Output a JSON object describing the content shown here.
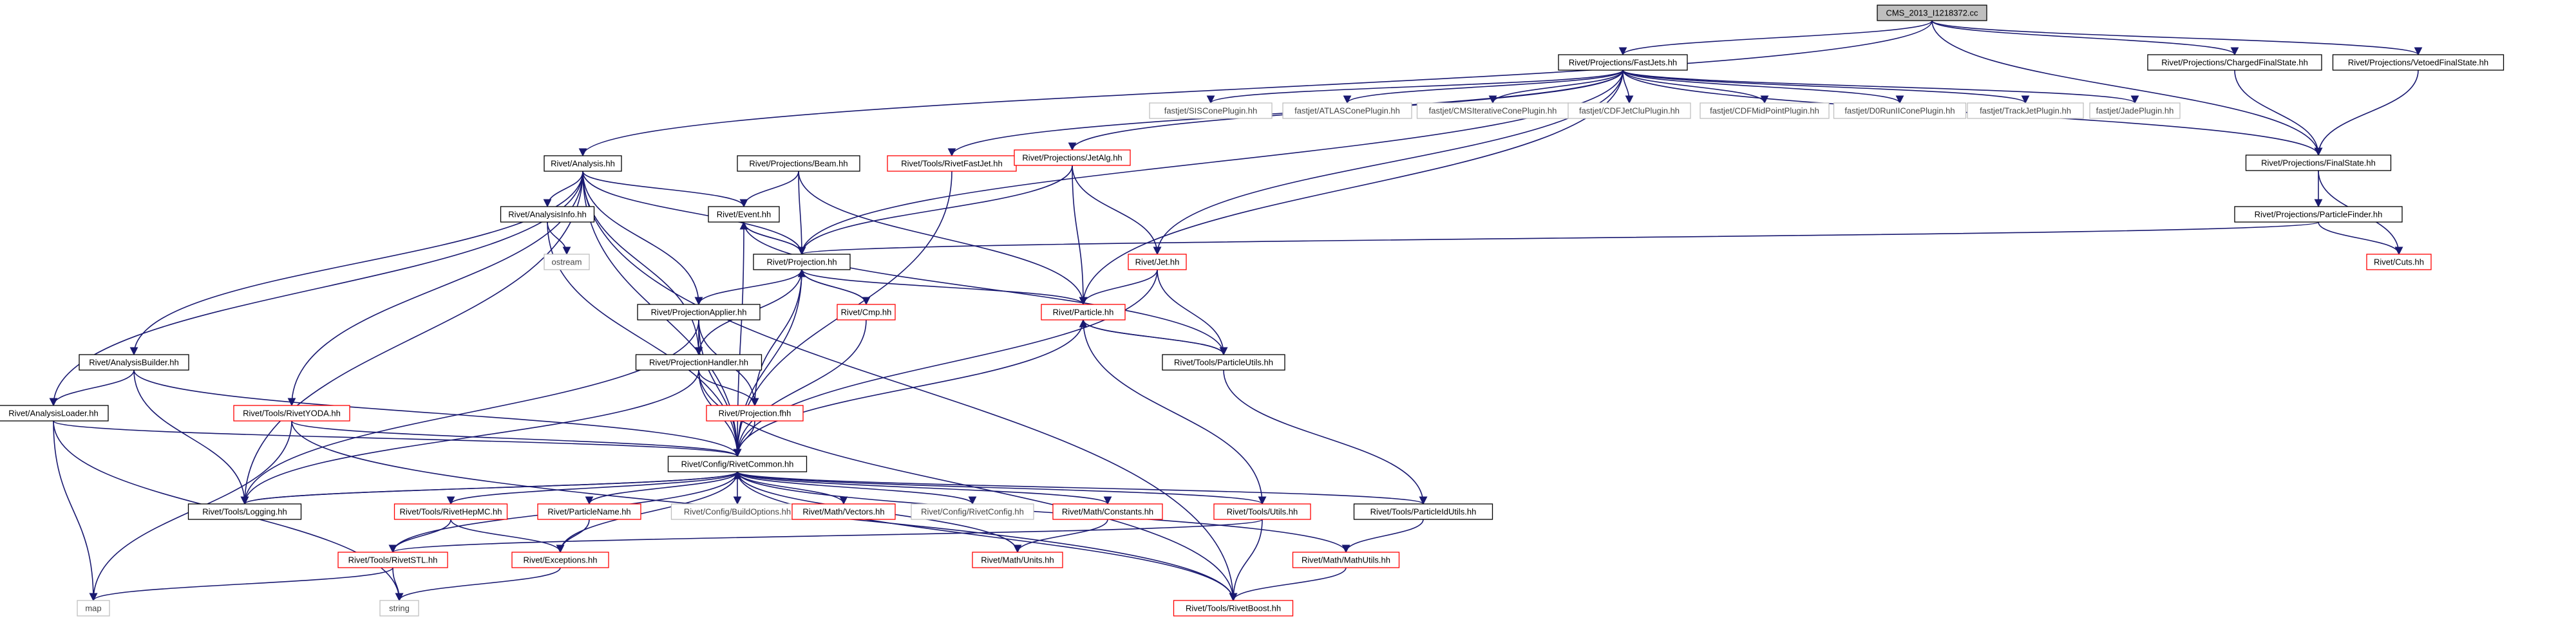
{
  "nodes": [
    {
      "id": "root",
      "label": "CMS_2013_I1218372.cc",
      "color": "#000000",
      "fill": "#bfbfbf"
    },
    {
      "id": "fastjets",
      "label": "Rivet/Projections/FastJets.hh",
      "color": "#000000",
      "fill": "#ffffff"
    },
    {
      "id": "chargedfs",
      "label": "Rivet/Projections/ChargedFinalState.hh",
      "color": "#000000",
      "fill": "#ffffff"
    },
    {
      "id": "vetoedfs",
      "label": "Rivet/Projections/VetoedFinalState.hh",
      "color": "#000000",
      "fill": "#ffffff"
    },
    {
      "id": "analysis",
      "label": "Rivet/Analysis.hh",
      "color": "#000000",
      "fill": "#ffffff"
    },
    {
      "id": "beam",
      "label": "Rivet/Projections/Beam.hh",
      "color": "#000000",
      "fill": "#ffffff"
    },
    {
      "id": "rivetfastjet",
      "label": "Rivet/Tools/RivetFastJet.hh",
      "color": "#ff0000",
      "fill": "#ffffff"
    },
    {
      "id": "jetalg",
      "label": "Rivet/Projections/JetAlg.hh",
      "color": "#ff0000",
      "fill": "#ffffff"
    },
    {
      "id": "siscone",
      "label": "fastjet/SISConePlugin.hh",
      "color": "#bfbfbf",
      "fill": "#ffffff"
    },
    {
      "id": "atlascone",
      "label": "fastjet/ATLASConePlugin.hh",
      "color": "#bfbfbf",
      "fill": "#ffffff"
    },
    {
      "id": "cmscone",
      "label": "fastjet/CMSIterativeConePlugin.hh",
      "color": "#bfbfbf",
      "fill": "#ffffff"
    },
    {
      "id": "cdfjetclu",
      "label": "fastjet/CDFJetCluPlugin.hh",
      "color": "#bfbfbf",
      "fill": "#ffffff"
    },
    {
      "id": "cdfmid",
      "label": "fastjet/CDFMidPointPlugin.hh",
      "color": "#bfbfbf",
      "fill": "#ffffff"
    },
    {
      "id": "d0run",
      "label": "fastjet/D0RunIIConePlugin.hh",
      "color": "#bfbfbf",
      "fill": "#ffffff"
    },
    {
      "id": "trackjet",
      "label": "fastjet/TrackJetPlugin.hh",
      "color": "#bfbfbf",
      "fill": "#ffffff"
    },
    {
      "id": "jade",
      "label": "fastjet/JadePlugin.hh",
      "color": "#bfbfbf",
      "fill": "#ffffff"
    },
    {
      "id": "finalstate",
      "label": "Rivet/Projections/FinalState.hh",
      "color": "#000000",
      "fill": "#ffffff"
    },
    {
      "id": "analysisinfo",
      "label": "Rivet/AnalysisInfo.hh",
      "color": "#000000",
      "fill": "#ffffff"
    },
    {
      "id": "event",
      "label": "Rivet/Event.hh",
      "color": "#000000",
      "fill": "#ffffff"
    },
    {
      "id": "particlefinder",
      "label": "Rivet/Projections/ParticleFinder.hh",
      "color": "#000000",
      "fill": "#ffffff"
    },
    {
      "id": "ostream",
      "label": "ostream",
      "color": "#bfbfbf",
      "fill": "#ffffff"
    },
    {
      "id": "projection",
      "label": "Rivet/Projection.hh",
      "color": "#000000",
      "fill": "#ffffff"
    },
    {
      "id": "jet",
      "label": "Rivet/Jet.hh",
      "color": "#ff0000",
      "fill": "#ffffff"
    },
    {
      "id": "cuts",
      "label": "Rivet/Cuts.hh",
      "color": "#ff0000",
      "fill": "#ffffff"
    },
    {
      "id": "projapplier",
      "label": "Rivet/ProjectionApplier.hh",
      "color": "#000000",
      "fill": "#ffffff"
    },
    {
      "id": "cmp",
      "label": "Rivet/Cmp.hh",
      "color": "#ff0000",
      "fill": "#ffffff"
    },
    {
      "id": "particle",
      "label": "Rivet/Particle.hh",
      "color": "#ff0000",
      "fill": "#ffffff"
    },
    {
      "id": "analysisbuilder",
      "label": "Rivet/AnalysisBuilder.hh",
      "color": "#000000",
      "fill": "#ffffff"
    },
    {
      "id": "projhandler",
      "label": "Rivet/ProjectionHandler.hh",
      "color": "#000000",
      "fill": "#ffffff"
    },
    {
      "id": "particleutils",
      "label": "Rivet/Tools/ParticleUtils.hh",
      "color": "#000000",
      "fill": "#ffffff"
    },
    {
      "id": "analysisloader",
      "label": "Rivet/AnalysisLoader.hh",
      "color": "#000000",
      "fill": "#ffffff"
    },
    {
      "id": "rivetyoda",
      "label": "Rivet/Tools/RivetYODA.hh",
      "color": "#ff0000",
      "fill": "#ffffff"
    },
    {
      "id": "projectionfhh",
      "label": "Rivet/Projection.fhh",
      "color": "#ff0000",
      "fill": "#ffffff"
    },
    {
      "id": "rivetcommon",
      "label": "Rivet/Config/RivetCommon.hh",
      "color": "#000000",
      "fill": "#ffffff"
    },
    {
      "id": "logging",
      "label": "Rivet/Tools/Logging.hh",
      "color": "#000000",
      "fill": "#ffffff"
    },
    {
      "id": "rivethepmc",
      "label": "Rivet/Tools/RivetHepMC.hh",
      "color": "#ff0000",
      "fill": "#ffffff"
    },
    {
      "id": "particlename",
      "label": "Rivet/ParticleName.hh",
      "color": "#ff0000",
      "fill": "#ffffff"
    },
    {
      "id": "buildoptions",
      "label": "Rivet/Config/BuildOptions.hh",
      "color": "#bfbfbf",
      "fill": "#ffffff"
    },
    {
      "id": "vectors",
      "label": "Rivet/Math/Vectors.hh",
      "color": "#ff0000",
      "fill": "#ffffff"
    },
    {
      "id": "rivetconfig",
      "label": "Rivet/Config/RivetConfig.hh",
      "color": "#bfbfbf",
      "fill": "#ffffff"
    },
    {
      "id": "constants",
      "label": "Rivet/Math/Constants.hh",
      "color": "#ff0000",
      "fill": "#ffffff"
    },
    {
      "id": "utils",
      "label": "Rivet/Tools/Utils.hh",
      "color": "#ff0000",
      "fill": "#ffffff"
    },
    {
      "id": "particleidutils",
      "label": "Rivet/Tools/ParticleIdUtils.hh",
      "color": "#000000",
      "fill": "#ffffff"
    },
    {
      "id": "rivetstl",
      "label": "Rivet/Tools/RivetSTL.hh",
      "color": "#ff0000",
      "fill": "#ffffff"
    },
    {
      "id": "exceptions",
      "label": "Rivet/Exceptions.hh",
      "color": "#ff0000",
      "fill": "#ffffff"
    },
    {
      "id": "mathunits",
      "label": "Rivet/Math/Units.hh",
      "color": "#ff0000",
      "fill": "#ffffff"
    },
    {
      "id": "mathutils",
      "label": "Rivet/Math/MathUtils.hh",
      "color": "#ff0000",
      "fill": "#ffffff"
    },
    {
      "id": "map",
      "label": "map",
      "color": "#bfbfbf",
      "fill": "#ffffff"
    },
    {
      "id": "string",
      "label": "string",
      "color": "#bfbfbf",
      "fill": "#ffffff"
    },
    {
      "id": "rivetboost",
      "label": "Rivet/Tools/RivetBoost.hh",
      "color": "#ff0000",
      "fill": "#ffffff"
    }
  ],
  "edges": [
    [
      "root",
      "fastjets"
    ],
    [
      "root",
      "chargedfs"
    ],
    [
      "root",
      "vetoedfs"
    ],
    [
      "root",
      "analysis"
    ],
    [
      "root",
      "finalstate"
    ],
    [
      "fastjets",
      "rivetfastjet"
    ],
    [
      "fastjets",
      "jetalg"
    ],
    [
      "fastjets",
      "siscone"
    ],
    [
      "fastjets",
      "atlascone"
    ],
    [
      "fastjets",
      "cmscone"
    ],
    [
      "fastjets",
      "cdfjetclu"
    ],
    [
      "fastjets",
      "cdfmid"
    ],
    [
      "fastjets",
      "d0run"
    ],
    [
      "fastjets",
      "trackjet"
    ],
    [
      "fastjets",
      "jade"
    ],
    [
      "fastjets",
      "finalstate"
    ],
    [
      "fastjets",
      "projection"
    ],
    [
      "fastjets",
      "particle"
    ],
    [
      "fastjets",
      "jet"
    ],
    [
      "chargedfs",
      "finalstate"
    ],
    [
      "vetoedfs",
      "finalstate"
    ],
    [
      "analysis",
      "analysisinfo"
    ],
    [
      "analysis",
      "event"
    ],
    [
      "analysis",
      "projection"
    ],
    [
      "analysis",
      "projapplier"
    ],
    [
      "analysis",
      "projhandler"
    ],
    [
      "analysis",
      "analysisbuilder"
    ],
    [
      "analysis",
      "analysisloader"
    ],
    [
      "analysis",
      "rivetyoda"
    ],
    [
      "analysis",
      "rivetcommon"
    ],
    [
      "analysis",
      "logging"
    ],
    [
      "analysis",
      "rivetboost"
    ],
    [
      "beam",
      "event"
    ],
    [
      "beam",
      "projection"
    ],
    [
      "beam",
      "particle"
    ],
    [
      "rivetfastjet",
      "rivetcommon"
    ],
    [
      "jetalg",
      "projection"
    ],
    [
      "jetalg",
      "jet"
    ],
    [
      "jetalg",
      "particle"
    ],
    [
      "finalstate",
      "particlefinder"
    ],
    [
      "finalstate",
      "cuts"
    ],
    [
      "particlefinder",
      "projection"
    ],
    [
      "particlefinder",
      "cuts"
    ],
    [
      "analysisinfo",
      "ostream"
    ],
    [
      "analysisinfo",
      "rivetcommon"
    ],
    [
      "event",
      "projection"
    ],
    [
      "event",
      "particleutils"
    ],
    [
      "event",
      "rivetcommon"
    ],
    [
      "projection",
      "event"
    ],
    [
      "projection",
      "cmp"
    ],
    [
      "projection",
      "particle"
    ],
    [
      "projection",
      "projapplier"
    ],
    [
      "projection",
      "projhandler"
    ],
    [
      "projection",
      "projectionfhh"
    ],
    [
      "projection",
      "rivetcommon"
    ],
    [
      "jet",
      "particle"
    ],
    [
      "jet",
      "particleutils"
    ],
    [
      "jet",
      "rivetcommon"
    ],
    [
      "projapplier",
      "projhandler"
    ],
    [
      "projapplier",
      "projectionfhh"
    ],
    [
      "projapplier",
      "rivetcommon"
    ],
    [
      "projapplier",
      "logging"
    ],
    [
      "cmp",
      "projection"
    ],
    [
      "cmp",
      "rivetcommon"
    ],
    [
      "particle",
      "particleutils"
    ],
    [
      "particle",
      "rivetcommon"
    ],
    [
      "particle",
      "utils"
    ],
    [
      "particleutils",
      "particle"
    ],
    [
      "particleutils",
      "particleidutils"
    ],
    [
      "analysisbuilder",
      "analysisloader"
    ],
    [
      "analysisbuilder",
      "logging"
    ],
    [
      "analysisbuilder",
      "rivetcommon"
    ],
    [
      "projhandler",
      "projectionfhh"
    ],
    [
      "projhandler",
      "rivetcommon"
    ],
    [
      "projhandler",
      "logging"
    ],
    [
      "projhandler",
      "rivetboost"
    ],
    [
      "analysisloader",
      "rivetcommon"
    ],
    [
      "analysisloader",
      "map"
    ],
    [
      "analysisloader",
      "string"
    ],
    [
      "rivetyoda",
      "rivetcommon"
    ],
    [
      "rivetyoda",
      "rivetboost"
    ],
    [
      "rivetyoda",
      "map"
    ],
    [
      "projectionfhh",
      "rivetcommon"
    ],
    [
      "rivetcommon",
      "logging"
    ],
    [
      "rivetcommon",
      "rivethepmc"
    ],
    [
      "rivetcommon",
      "particlename"
    ],
    [
      "rivetcommon",
      "buildoptions"
    ],
    [
      "rivetcommon",
      "vectors"
    ],
    [
      "rivetcommon",
      "rivetconfig"
    ],
    [
      "rivetcommon",
      "constants"
    ],
    [
      "rivetcommon",
      "utils"
    ],
    [
      "rivetcommon",
      "particleidutils"
    ],
    [
      "rivetcommon",
      "rivetstl"
    ],
    [
      "rivetcommon",
      "exceptions"
    ],
    [
      "rivetcommon",
      "mathunits"
    ],
    [
      "rivetcommon",
      "mathutils"
    ],
    [
      "rivetcommon",
      "rivetboost"
    ],
    [
      "logging",
      "rivetcommon"
    ],
    [
      "rivethepmc",
      "rivetstl"
    ],
    [
      "rivethepmc",
      "exceptions"
    ],
    [
      "particlename",
      "exceptions"
    ],
    [
      "constants",
      "mathunits"
    ],
    [
      "utils",
      "rivetstl"
    ],
    [
      "utils",
      "rivetboost"
    ],
    [
      "particleidutils",
      "mathutils"
    ],
    [
      "rivetstl",
      "map"
    ],
    [
      "rivetstl",
      "string"
    ],
    [
      "exceptions",
      "string"
    ],
    [
      "mathutils",
      "rivetboost"
    ]
  ]
}
